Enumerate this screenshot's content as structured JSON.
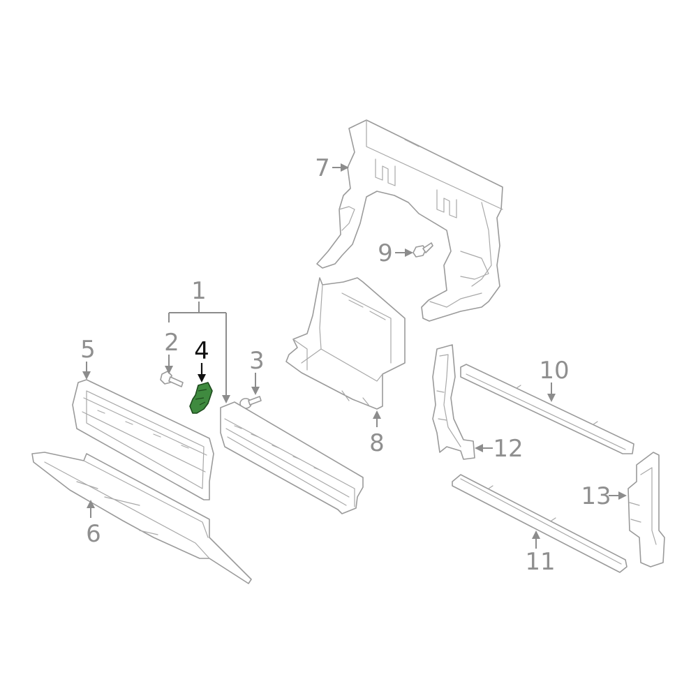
{
  "callouts": [
    {
      "id": "1",
      "label": "1",
      "highlighted": false
    },
    {
      "id": "2",
      "label": "2",
      "highlighted": false
    },
    {
      "id": "3",
      "label": "3",
      "highlighted": false
    },
    {
      "id": "4",
      "label": "4",
      "highlighted": true
    },
    {
      "id": "5",
      "label": "5",
      "highlighted": false
    },
    {
      "id": "6",
      "label": "6",
      "highlighted": false
    },
    {
      "id": "7",
      "label": "7",
      "highlighted": false
    },
    {
      "id": "8",
      "label": "8",
      "highlighted": false
    },
    {
      "id": "9",
      "label": "9",
      "highlighted": false
    },
    {
      "id": "10",
      "label": "10",
      "highlighted": false
    },
    {
      "id": "11",
      "label": "11",
      "highlighted": false
    },
    {
      "id": "12",
      "label": "12",
      "highlighted": false
    },
    {
      "id": "13",
      "label": "13",
      "highlighted": false
    }
  ],
  "colors": {
    "line_art": "#9a9a9a",
    "highlight_fill": "#3f8a3f",
    "highlight_label": "#111111",
    "callout_label": "#8f8f8f",
    "background": "#ffffff"
  }
}
